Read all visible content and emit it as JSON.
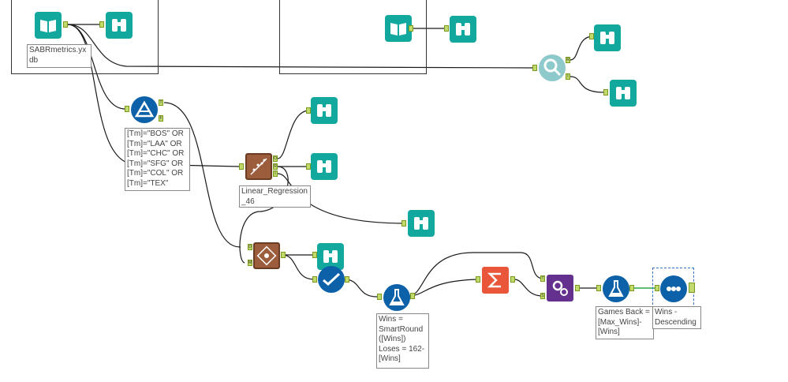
{
  "colors": {
    "teal": "#13a89e",
    "blue": "#0c61a8",
    "purple": "#65318f",
    "orange": "#e9563a",
    "brown": "#9b5d3b",
    "anchor": "#c2d96b"
  },
  "annotations": {
    "input_file": "SABRmetrics.yxdb",
    "filter_expr": "[Tm]=\"BOS\" OR\n[Tm]=\"LAA\" OR\n[Tm]=\"CHC\" OR\n[Tm]=\"SFG\" OR\n[Tm]=\"COL\" OR\n[Tm]=\"TEX\"",
    "regression": "Linear_Regression_46",
    "formula1": "Wins =\nSmartRound\n([Wins])\nLoses = 162-\n[Wins]",
    "formula2": "Games Back =\n[Max_Wins]-\n[Wins]",
    "sort": "Wins -\nDescending"
  },
  "anchors": {
    "filter_true": "T",
    "filter_false": "F",
    "reg_o": "O",
    "reg_r": "R",
    "reg_i": "I",
    "score_d": "D",
    "score_m": "M",
    "join_t": "T",
    "join_s": "S",
    "find_r": "R",
    "find_i": "I"
  },
  "icons": {
    "input": "book-icon",
    "browse": "binoculars-icon",
    "filter": "triangle-filter-icon",
    "regression": "scatter-plot-icon",
    "score": "score-icon",
    "select": "checkmark-wave-icon",
    "formula": "flask-icon",
    "summarize": "sigma-icon",
    "append": "gears-icon",
    "sort": "dots-sort-icon",
    "find": "magnifier-icon"
  }
}
